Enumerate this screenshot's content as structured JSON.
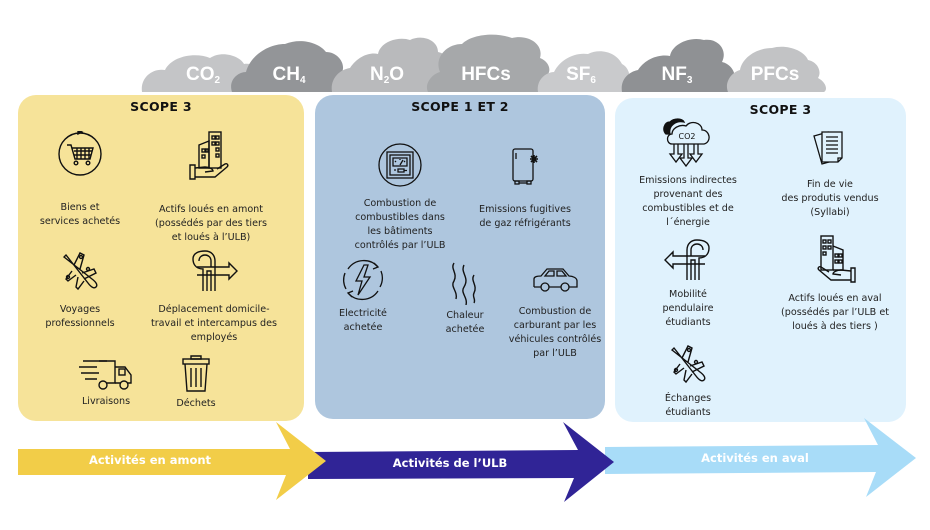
{
  "gases": [
    {
      "base": "CO",
      "sub": "2",
      "color": "#c4c5c7"
    },
    {
      "base": "CH",
      "sub": "4",
      "color": "#939598"
    },
    {
      "base": "N",
      "sub": "2",
      "suffix": "O",
      "color": "#b9babc"
    },
    {
      "base": "HFCs",
      "sub": "",
      "color": "#a6a8aa"
    },
    {
      "base": "SF",
      "sub": "6",
      "color": "#c9cacc"
    },
    {
      "base": "NF",
      "sub": "3",
      "color": "#8f9194"
    },
    {
      "base": "PFCs",
      "sub": "",
      "color": "#c2c3c5"
    }
  ],
  "panels": {
    "upstream": {
      "title": "SCOPE 3",
      "color": "#f6e399",
      "items": [
        {
          "icon": "shopping-cart-cycle-icon",
          "label": "Biens et\nservices achetés"
        },
        {
          "icon": "building-in-hand-icon",
          "label": "Actifs loués en amont\n(possédés par des tiers\net loués à l’ULB)"
        },
        {
          "icon": "airplane-icon",
          "label": "Voyages\nprofessionnels"
        },
        {
          "icon": "commute-route-icon",
          "label": "Déplacement domicile-\ntravail et intercampus des\nemployés"
        },
        {
          "icon": "delivery-truck-icon",
          "label": "Livraisons"
        },
        {
          "icon": "trash-bin-icon",
          "label": "Déchets"
        }
      ]
    },
    "ulb": {
      "title": "SCOPE 1 ET 2",
      "color": "#aec6de",
      "items": [
        {
          "icon": "gauge-meter-icon",
          "label": "Combustion de\ncombustibles dans\nles bâtiments\ncontrôlés par l’ULB"
        },
        {
          "icon": "refrigerator-icon",
          "label": "Emissions fugitives\nde gaz réfrigérants"
        },
        {
          "icon": "electricity-cycle-icon",
          "label": "Electricité\nachetée"
        },
        {
          "icon": "heat-waves-icon",
          "label": "Chaleur\nachetée"
        },
        {
          "icon": "car-icon",
          "label": "Combustion de\ncarburant par les\nvéhicules contrôlés\npar l’ULB"
        }
      ]
    },
    "downstream": {
      "title": "SCOPE 3",
      "color": "#e0f2fd",
      "items": [
        {
          "icon": "co2-cloud-icon",
          "icon_text": "CO2",
          "label": "Emissions indirectes\nprovenant des\ncombustibles et de\nl´énergie"
        },
        {
          "icon": "documents-icon",
          "label": "Fin de vie\ndes produtis vendus\n(Syllabi)"
        },
        {
          "icon": "commute-route-icon",
          "label": "Mobilité\npendulaire\nétudiants"
        },
        {
          "icon": "building-in-hand-icon",
          "label": "Actifs loués en aval\n(possédés par l’ULB et\nloués à des tiers )"
        },
        {
          "icon": "airplane-icon",
          "label": "Échanges\nétudiants"
        }
      ]
    }
  },
  "arrows": [
    {
      "label": "Activités en amont",
      "color": "#f2cd48"
    },
    {
      "label": "Activités de l’ULB",
      "color": "#302496"
    },
    {
      "label": "Activités en aval",
      "color": "#a8dcf8"
    }
  ]
}
